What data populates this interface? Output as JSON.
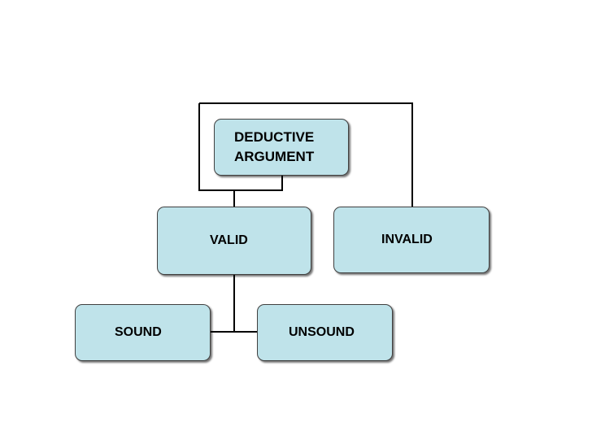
{
  "diagram": {
    "colors": {
      "node_fill": "#bfe3ea",
      "node_border": "#404040",
      "connector": "#000000",
      "text": "#000000",
      "background": "#ffffff"
    },
    "nodes": {
      "deductive": {
        "label": "DEDUCTIVE\nARGUMENT"
      },
      "valid": {
        "label": "VALID"
      },
      "invalid": {
        "label": "INVALID"
      },
      "sound": {
        "label": "SOUND"
      },
      "unsound": {
        "label": "UNSOUND"
      }
    },
    "edges": [
      {
        "from": "deductive",
        "to": "valid"
      },
      {
        "from": "deductive",
        "to": "invalid"
      },
      {
        "from": "valid",
        "to": "sound"
      },
      {
        "from": "valid",
        "to": "unsound"
      }
    ]
  }
}
